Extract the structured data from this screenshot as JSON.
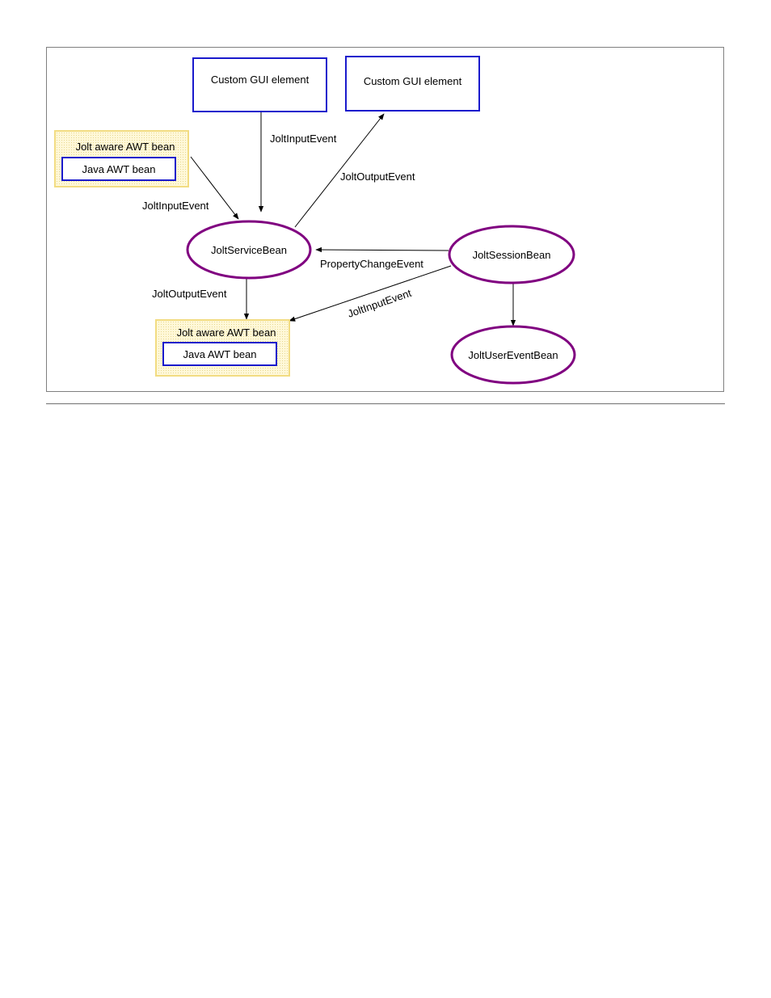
{
  "colors": {
    "gui_box": "#1a1acc",
    "bean_ellipse": "#800080",
    "jolt_aware_fill": "#fff6cc",
    "jolt_aware_border": "#f2dc82",
    "edge": "#000000"
  },
  "nodes": {
    "custom_gui_1": "Custom GUI element",
    "custom_gui_2": "Custom GUI element",
    "jolt_aware_awt_bean_1": {
      "outer": "Jolt aware AWT bean",
      "inner": "Java AWT bean"
    },
    "jolt_aware_awt_bean_2": {
      "outer": "Jolt aware AWT bean",
      "inner": "Java AWT bean"
    },
    "jolt_service_bean": "JoltServiceBean",
    "jolt_session_bean": "JoltSessionBean",
    "jolt_user_event_bean": "JoltUserEventBean"
  },
  "edges": {
    "gui1_to_service": "JoltInputEvent",
    "service_to_gui2": "JoltOutputEvent",
    "awt1_to_service": "JoltInputEvent",
    "service_to_awt2": "JoltOutputEvent",
    "session_to_service": "PropertyChangeEvent",
    "session_to_awt2": "JoltInputEvent"
  }
}
